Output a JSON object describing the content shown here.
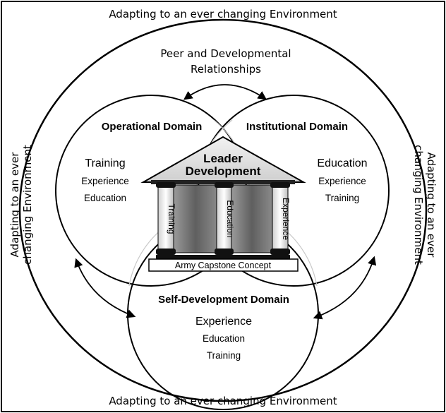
{
  "frame": {
    "top": "Adapting to an ever changing Environment",
    "bottom": "Adapting to an ever changing Environment",
    "left_line1": "Adapting to an ever",
    "left_line2": "changing Environment",
    "right_line1": "Adapting to an ever",
    "right_line2": "changing Environment"
  },
  "peer": {
    "line1": "Peer and Developmental",
    "line2": "Relationships"
  },
  "domains": {
    "operational": {
      "title": "Operational Domain",
      "items": [
        "Training",
        "Experience",
        "Education"
      ]
    },
    "institutional": {
      "title": "Institutional Domain",
      "items": [
        "Education",
        "Experience",
        "Training"
      ]
    },
    "self_development": {
      "title": "Self-Development Domain",
      "items": [
        "Experience",
        "Education",
        "Training"
      ]
    }
  },
  "temple": {
    "roof_line1": "Leader",
    "roof_line2": "Development",
    "pillars": [
      "Training",
      "Education",
      "Experience"
    ],
    "base": "Army Capstone Concept"
  },
  "colors": {
    "outline": "#000000",
    "pillar_shade": "#808080",
    "light_shade": "#d9d9d9"
  }
}
